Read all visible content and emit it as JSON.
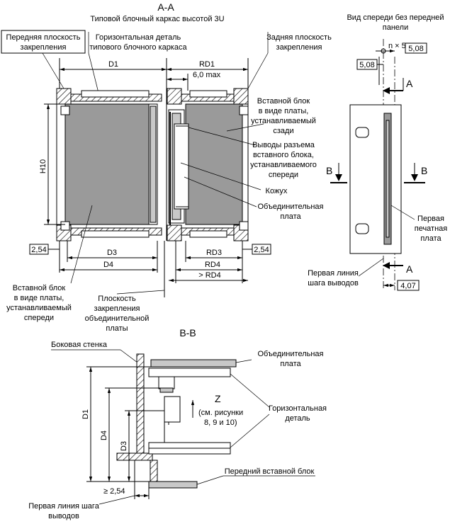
{
  "section_aa": {
    "title": "А-А",
    "subtitle": "Типовой блочный каркас высотой 3U"
  },
  "front_view": {
    "title_line1": "Вид спереди без передней",
    "title_line2": "панели",
    "pitch_label": "n × 5,08",
    "dim_5_08": "5,08",
    "dim_4_07": "4,07",
    "marker_a_top": "A",
    "marker_a_bottom": "A",
    "marker_b_left": "B",
    "marker_b_right": "B",
    "first_pcb_line1": "Первая",
    "first_pcb_line2": "печатная",
    "first_pcb_line3": "плата",
    "first_pin_line1": "Первая линия",
    "first_pin_line2": "шага выводов"
  },
  "labels_aa": {
    "front_plane_line1": "Передняя плоскость",
    "front_plane_line2": "закрепления",
    "horiz_part_line1": "Горизонтальная деталь",
    "horiz_part_line2": "типового блочного каркаса",
    "rear_plane_line1": "Задняя плоскость",
    "rear_plane_line2": "закрепления",
    "rear_unit_line1": "Вставной блок",
    "rear_unit_line2": "в виде платы,",
    "rear_unit_line3": "устанавливаемый",
    "rear_unit_line4": "сзади",
    "conn_pins_line1": "Выводы разъема",
    "conn_pins_line2": "вставного блока,",
    "conn_pins_line3": "устанавливаемого",
    "conn_pins_line4": "спереди",
    "housing": "Кожух",
    "backplane_line1": "Объединительная",
    "backplane_line2": "плата",
    "front_unit_line1": "Вставной блок",
    "front_unit_line2": "в виде платы,",
    "front_unit_line3": "устанавливаемый",
    "front_unit_line4": "спереди",
    "bp_plane_line1": "Плоскость",
    "bp_plane_line2": "закрепления",
    "bp_plane_line3": "объединительной",
    "bp_plane_line4": "платы"
  },
  "dims_aa": {
    "d1": "D1",
    "rd1": "RD1",
    "max6": "6,0 max",
    "h10": "H10",
    "d3": "D3",
    "d4": "D4",
    "rd3": "RD3",
    "rd4": "RD4",
    "gt_rd4": "> RD4",
    "left_2_54": "2,54",
    "right_2_54": "2,54"
  },
  "section_bb": {
    "title": "B-B",
    "side_wall": "Боковая стенка",
    "backplane_line1": "Объединительная",
    "backplane_line2": "плата",
    "horiz_line1": "Горизонтальная",
    "horiz_line2": "деталь",
    "z": "Z",
    "z_note_line1": "(см. рисунки",
    "z_note_line2": "8, 9 и 10)",
    "front_unit": "Передний вставной блок",
    "d1": "D1",
    "d4": "D4",
    "d3": "D3",
    "ge_2_54": "≥ 2,54",
    "first_pin_line1": "Первая линия шага",
    "first_pin_line2": "выводов"
  }
}
